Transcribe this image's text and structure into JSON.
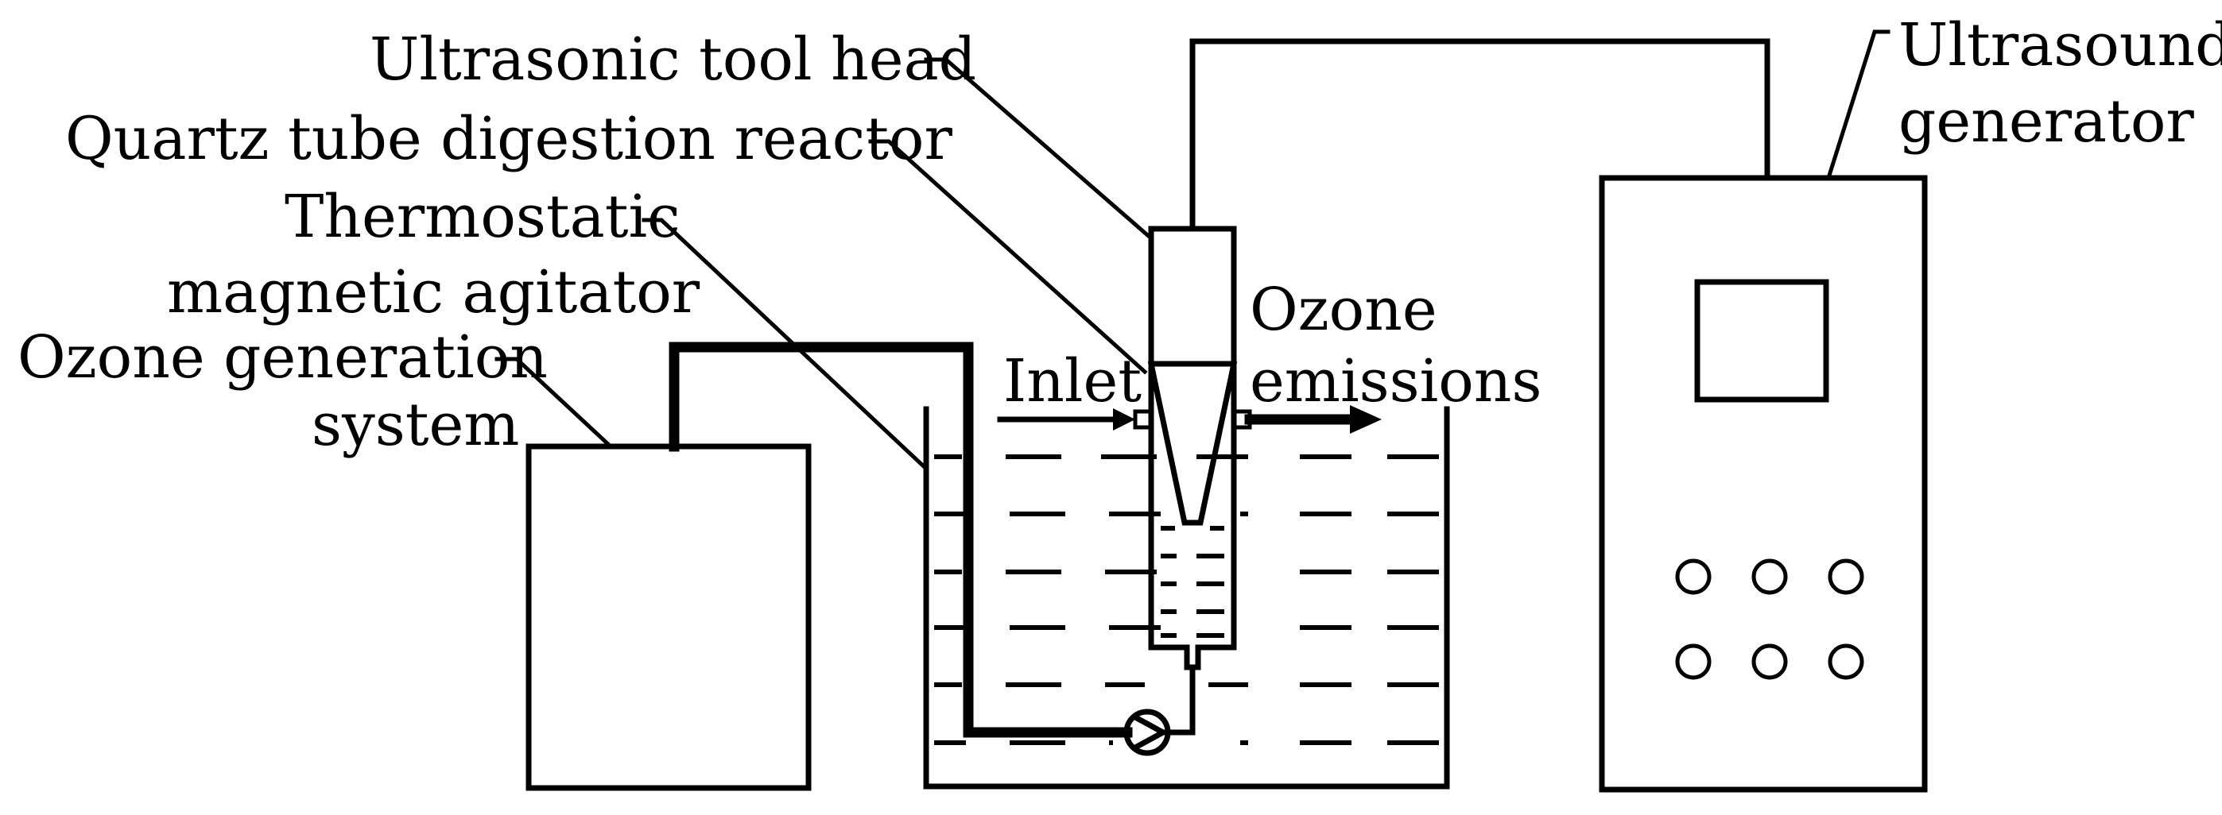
{
  "labels": {
    "ultrasonic_tool_head": "Ultrasonic tool head",
    "quartz_tube_reactor": "Quartz tube digestion reactor",
    "thermostatic_line1": "Thermostatic",
    "thermostatic_line2": "magnetic agitator",
    "ozone_generation_line1": "Ozone generation",
    "ozone_generation_line2": "system",
    "ultrasound_generator_line1": "Ultrasound",
    "ultrasound_generator_line2": "generator",
    "inlet": "Inlet",
    "ozone_emissions_line1": "Ozone",
    "ozone_emissions_line2": "emissions"
  },
  "icons": {
    "pump": "pump-icon",
    "control_knob": "knob-icon",
    "display": "display-screen-icon",
    "arrow": "arrow-right-icon"
  },
  "colors": {
    "line": "#000000",
    "background": "#ffffff"
  }
}
